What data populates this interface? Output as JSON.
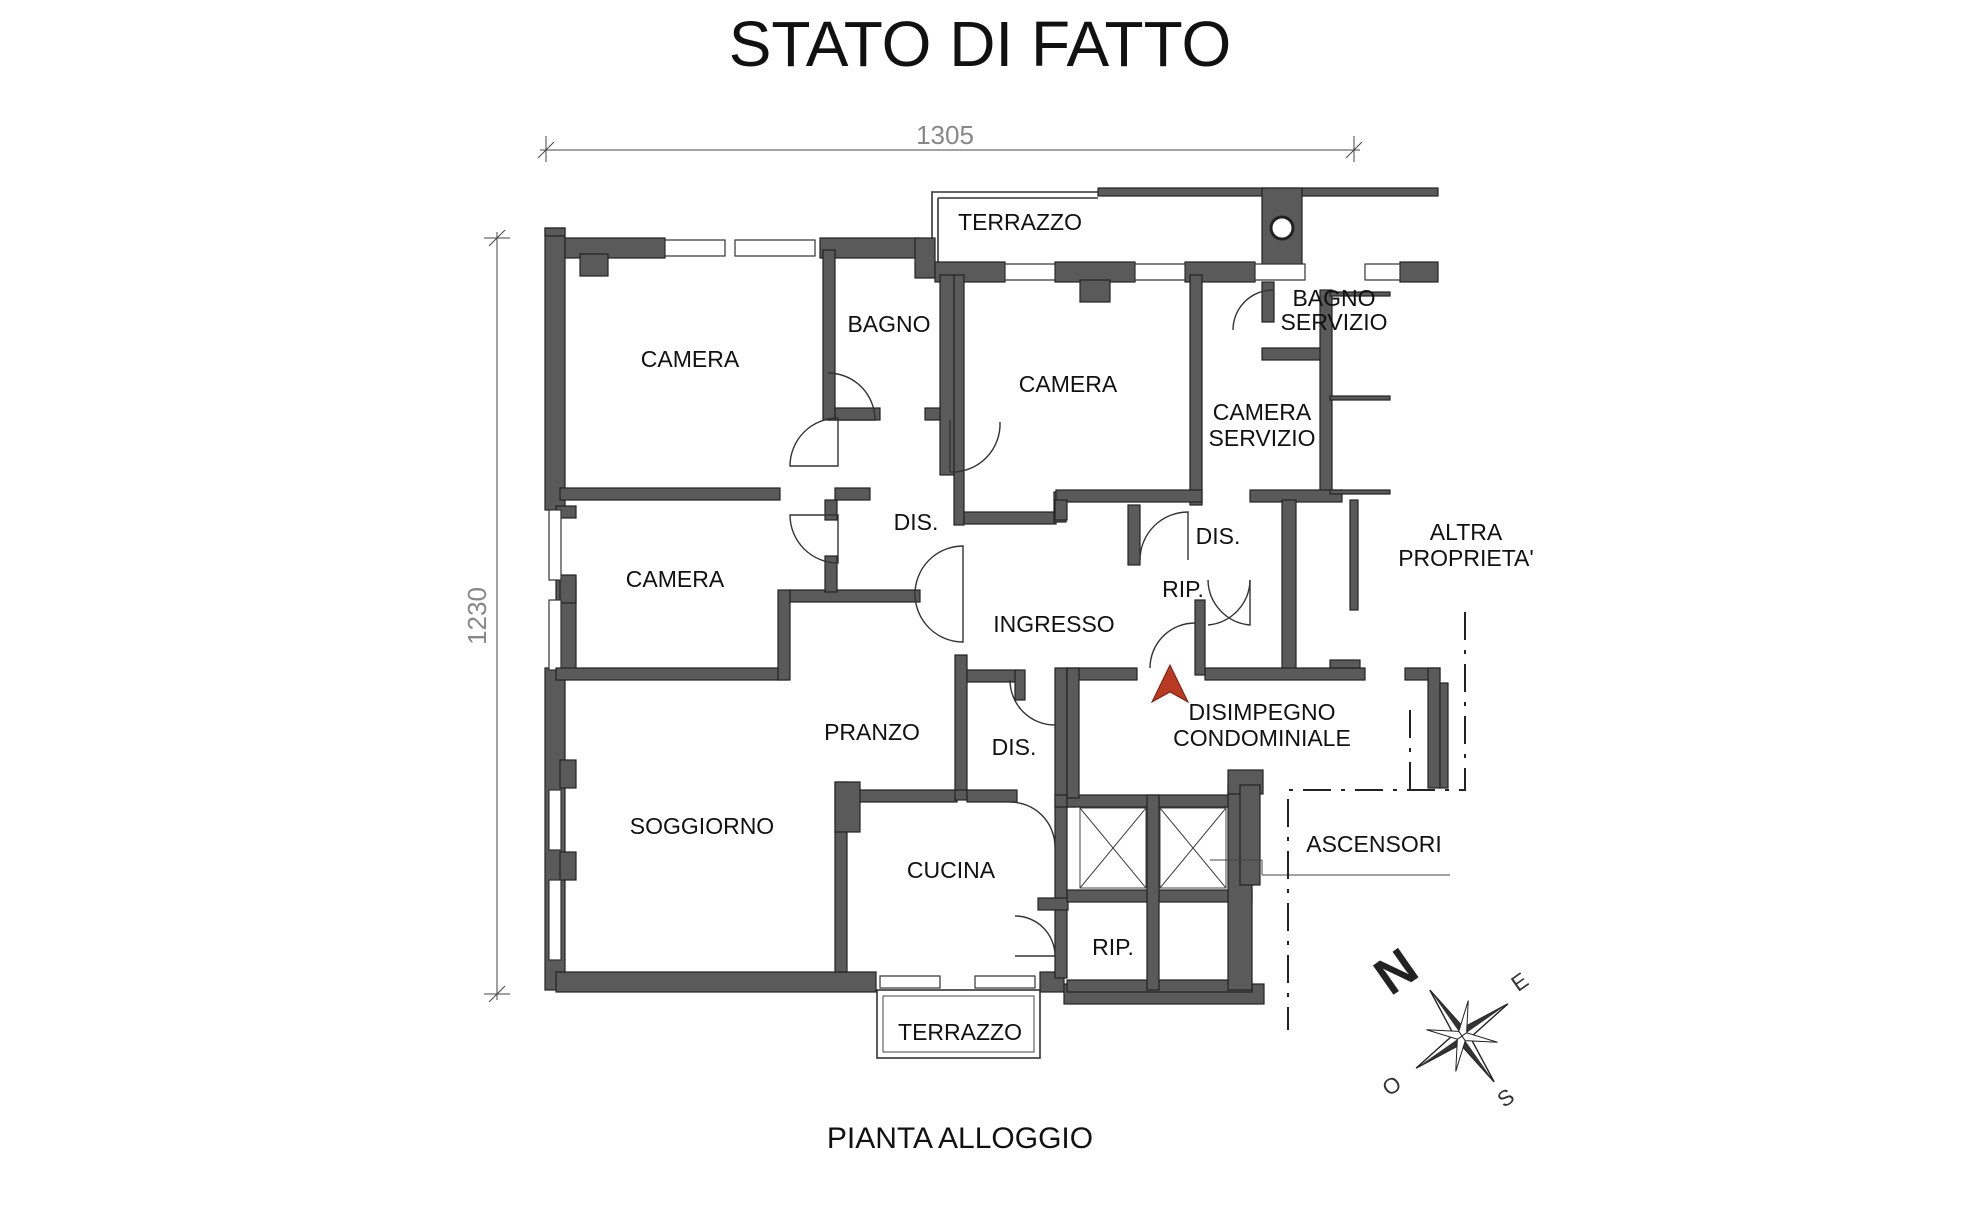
{
  "title": "STATO DI FATTO",
  "subtitle": "PIANTA ALLOGGIO",
  "dimensions": {
    "width": "1305",
    "height": "1230"
  },
  "rooms": {
    "terrazzo_top": "TERRAZZO",
    "camera_1": "CAMERA",
    "bagno": "BAGNO",
    "camera_2": "CAMERA",
    "bagno_servizio_1": "BAGNO",
    "bagno_servizio_2": "SERVIZIO",
    "camera_servizio_1": "CAMERA",
    "camera_servizio_2": "SERVIZIO",
    "dis_1": "DIS.",
    "dis_2": "DIS.",
    "altra_1": "ALTRA",
    "altra_2": "PROPRIETA'",
    "camera_3": "CAMERA",
    "rip_1": "RIP.",
    "ingresso": "INGRESSO",
    "disimpegno_1": "DISIMPEGNO",
    "disimpegno_2": "CONDOMINIALE",
    "pranzo": "PRANZO",
    "dis_3": "DIS.",
    "soggiorno": "SOGGIORNO",
    "ascensori": "ASCENSORI",
    "cucina": "CUCINA",
    "rip_2": "RIP.",
    "terrazzo_bottom": "TERRAZZO"
  },
  "compass": {
    "north": "N",
    "east": "E",
    "south": "S",
    "west": "O"
  },
  "colors": {
    "wall": "#5a5a5a",
    "entrance_arrow": "#b83a22"
  }
}
